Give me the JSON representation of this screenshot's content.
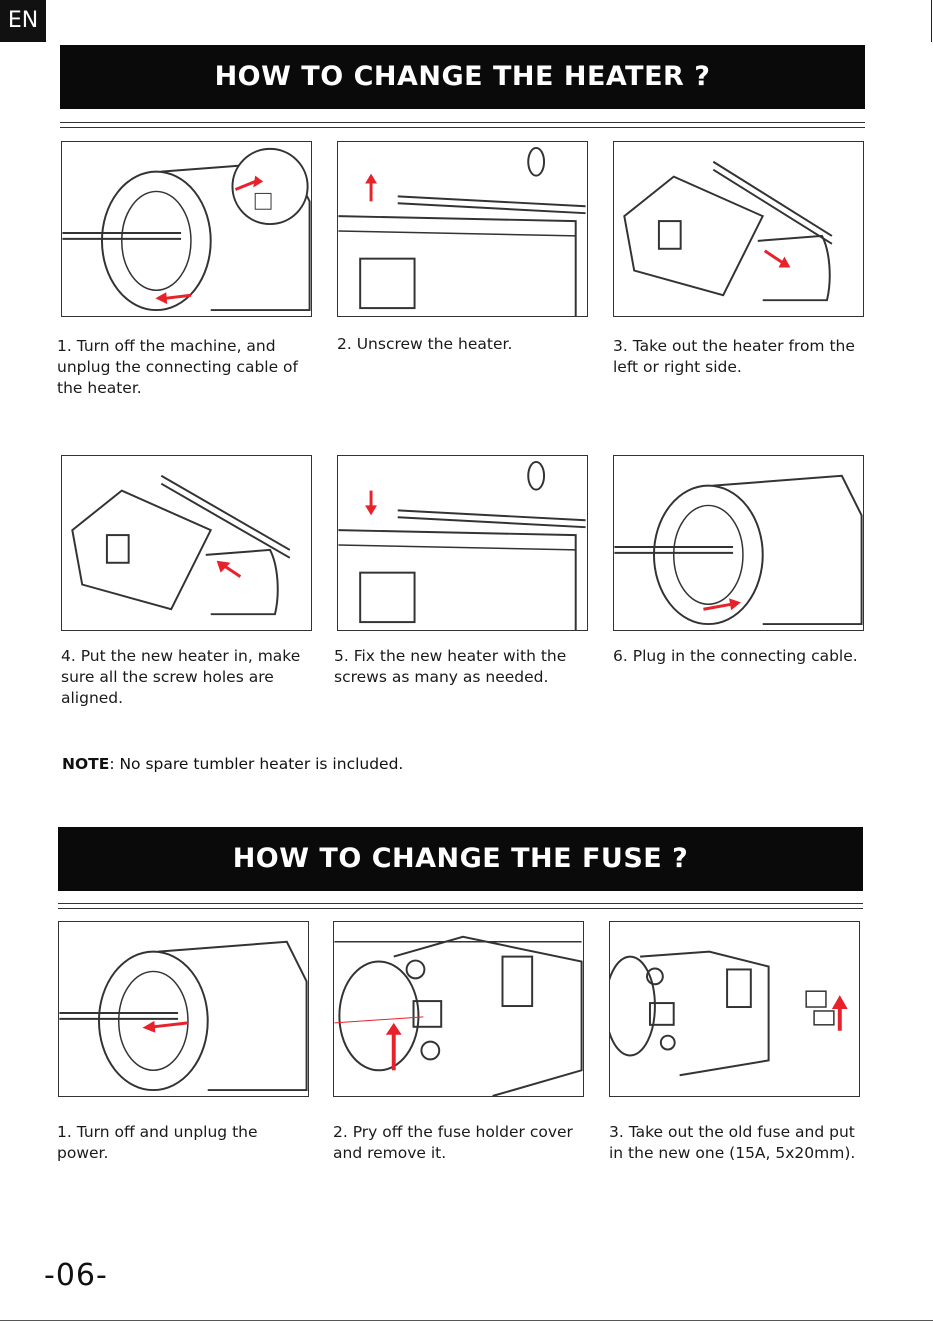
{
  "lang": "EN",
  "heater": {
    "title": "HOW TO CHANGE THE HEATER ?",
    "steps": [
      "1. Turn off the machine, and unplug the connecting cable of the heater.",
      "2. Unscrew the heater.",
      "3. Take out the heater from the left or right side.",
      "4. Put the new heater in, make sure all the screw holes are aligned.",
      "5. Fix the new heater with the screws as many as needed.",
      "6. Plug in the connecting cable."
    ]
  },
  "note": {
    "label": "NOTE",
    "text": ": No spare tumbler heater is included."
  },
  "fuse": {
    "title": "HOW TO CHANGE THE FUSE ?",
    "steps": [
      "1. Turn off and unplug the power.",
      "2. Pry off the fuse holder cover and remove it.",
      "3. Take out the old fuse and put in the new one (15A, 5x20mm)."
    ]
  },
  "page_number": "-06-",
  "colors": {
    "banner": "#0a0a0a",
    "arrow": "#e8222b"
  }
}
